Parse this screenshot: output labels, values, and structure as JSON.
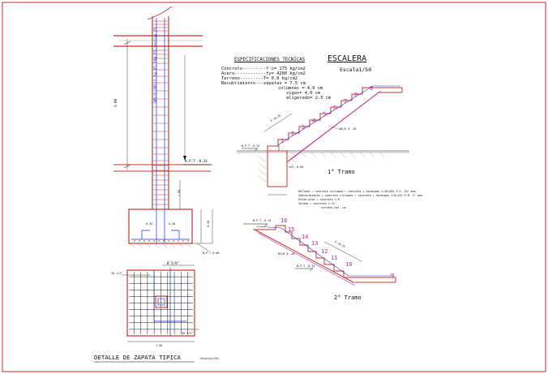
{
  "drawing": {
    "stair_title": "ESCALERA",
    "stair_scale": "Escala1/50",
    "spec_title": "ESPECIFICACIONES TECNICAS",
    "specs": [
      "Concreto---------f'c= 175 kg/cm2",
      "Acero------------fy= 4200 kg/cm2",
      "Terreno---------T= 0.8 kg/cm2",
      "Recubrimiento---zapatas = 7.5 cm",
      "columnas = 4.0 cm",
      "vigas= 4.0 cm",
      "aligerado= 2.5 cm"
    ],
    "tramo1": "1° Tramo",
    "tramo2": "2° Tramo",
    "steps_tramo1": [
      "1",
      "2",
      "3",
      "4",
      "5",
      "6",
      "7",
      "8",
      "9"
    ],
    "steps_tramo2": [
      "16",
      "15",
      "14",
      "13",
      "12",
      "11",
      "10",
      "9"
    ],
    "footing_title": "DETALLE DE ZAPATA TIPICA",
    "footing_scale": "(Escala1/20)",
    "column_rebar": "2Ø5/8,2Ø1/2,1@.05,10@.15,resto@.25",
    "npt_label": "N.P.T -0.24",
    "zapata_bar": "Ø 5/8\"",
    "zapata_bar2": "20 1/2\"",
    "col_height": "3.00",
    "dim_035": "0.35",
    "dim_020": "0.20",
    "dim_040": "0.40",
    "dim_150": "1.50",
    "dim_100": "1.00",
    "npt_000": "N.P.T 0.00",
    "ntn_label": "ref -0.60",
    "stair_note1": "Relleno = concreto ciclopeo = concreto + hormigon 1:10+30% P.G. 10\" max",
    "stair_note2": "Sobrecimiento = concreto ciclopeo = concreto + hormigon 1:8+25% P.M. 4\" max",
    "stair_note3": "Falso piso = concreto 1:8",
    "stair_note4": "Solado = concreto 1:12",
    "stair_note5": "terreno_nat. ua",
    "inclined": "P =0.25",
    "rebar_label": "Ø3/8 @ .20"
  }
}
